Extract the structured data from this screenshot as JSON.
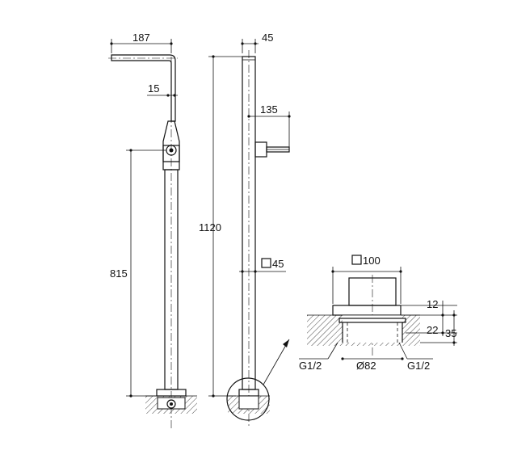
{
  "diagram": {
    "front_view": {
      "spout_width": "187",
      "pipe_diameter": "15",
      "height_to_mixer": "815"
    },
    "side_view": {
      "column_width": "45",
      "handle_projection": "135",
      "total_height": "1120",
      "square_section": "45"
    },
    "detail_view": {
      "base_square": "100",
      "dim_top": "12",
      "dim_mid": "22",
      "dim_total": "35",
      "thread_left": "G1/2",
      "bore_diameter": "Ø82",
      "thread_right": "G1/2"
    }
  }
}
